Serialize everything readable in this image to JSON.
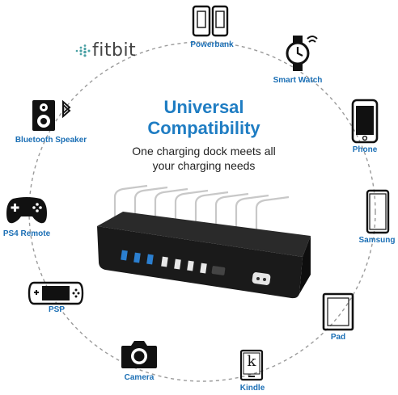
{
  "headline": {
    "title_line1": "Universal",
    "title_line2": "Compatibility",
    "sub_line1": "One charging dock meets all",
    "sub_line2": "your charging needs"
  },
  "devices": {
    "powerbank": "Powerbank",
    "smartwatch": "Smart Watch",
    "phone": "Phone",
    "samsung": "Samsung",
    "pad": "Pad",
    "kindle": "Kindle",
    "camera": "Camera",
    "psp": "PSP",
    "ps4": "PS4 Remote",
    "bluetooth": "Bluetooth Speaker"
  },
  "brand": {
    "fitbit": "fitbit"
  },
  "kindle_letter": "k",
  "colors": {
    "accent": "#1f7dc3",
    "label": "#1b6fb5",
    "icon": "#111111",
    "ring": "#9a9a9a"
  }
}
